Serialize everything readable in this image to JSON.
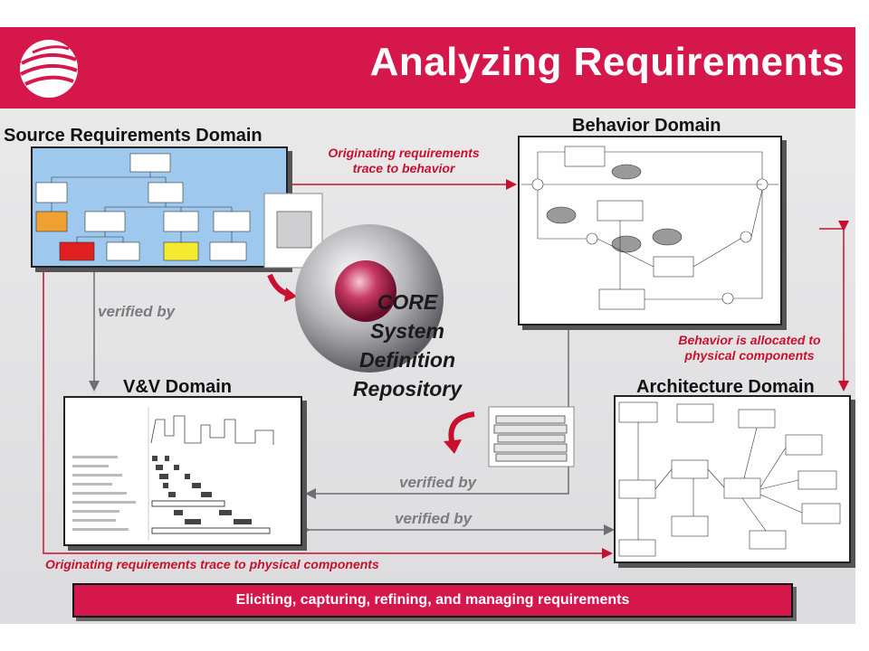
{
  "slide": {
    "title": "Analyzing Requirements",
    "bottom_banner": "Eliciting, capturing, refining, and managing requirements"
  },
  "domains": {
    "source": "Source Requirements Domain",
    "behavior": "Behavior Domain",
    "vv": "V&V Domain",
    "architecture": "Architecture Domain"
  },
  "center": {
    "line1": "CORE",
    "line2": "System",
    "line3": "Definition",
    "line4": "Repository"
  },
  "annotations": {
    "orig_behavior_1": "Originating requirements",
    "orig_behavior_2": "trace to behavior",
    "allocated_1": "Behavior is allocated to",
    "allocated_2": "physical components",
    "orig_physical": "Originating requirements trace to physical components",
    "verified_left": "verified by",
    "verified_center": "verified by",
    "verified_bottom": "verified by"
  },
  "colors": {
    "brand_red": "#d6174c",
    "annotation_red": "#c8102e",
    "arrow_gray": "#7b7b80"
  }
}
